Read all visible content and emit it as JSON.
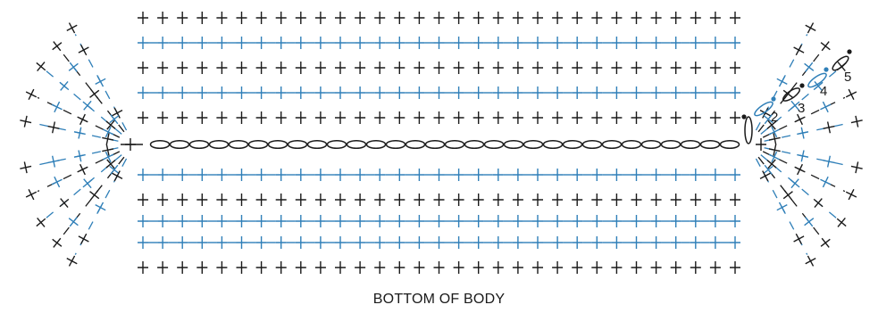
{
  "title": "BOTTOM OF BODY",
  "round_labels": [
    "2",
    "3",
    "4",
    "5"
  ],
  "colors": {
    "black": "#1a1a1a",
    "blue": "#2f7fb8",
    "background": "#ffffff"
  },
  "stitch_symbols": {
    "single_crochet": "plus-icon",
    "chain": "oval-icon",
    "slip_stitch": "dot-icon"
  }
}
